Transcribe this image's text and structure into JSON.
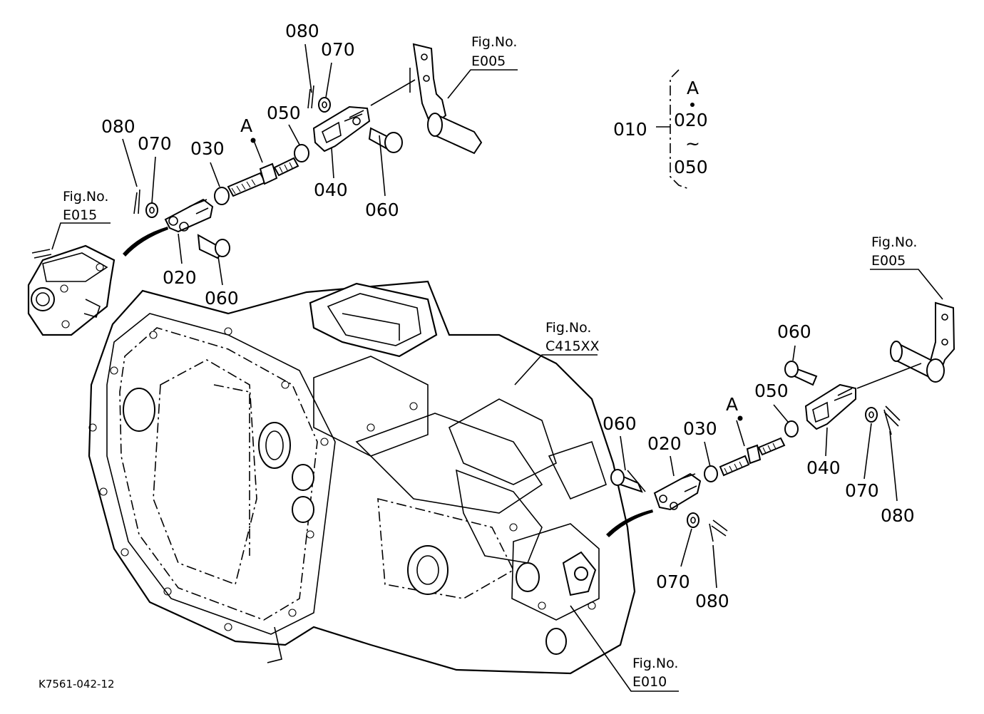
{
  "diagram": {
    "code": "K7561-042-12",
    "assembly": {
      "item": "010",
      "range_top": "A",
      "range_from": "020",
      "tilde": "~",
      "range_to": "050"
    },
    "references": {
      "e005": {
        "label": "Fig.No.",
        "number": "E005"
      },
      "e015": {
        "label": "Fig.No.",
        "number": "E015"
      },
      "c415": {
        "label": "Fig.No.",
        "number": "C415XX"
      },
      "e010": {
        "label": "Fig.No.",
        "number": "E010"
      }
    },
    "parts": {
      "p020": "020",
      "p030": "030",
      "p040": "040",
      "p050": "050",
      "p060": "060",
      "p070": "070",
      "p080": "080",
      "point_a": "A"
    }
  }
}
